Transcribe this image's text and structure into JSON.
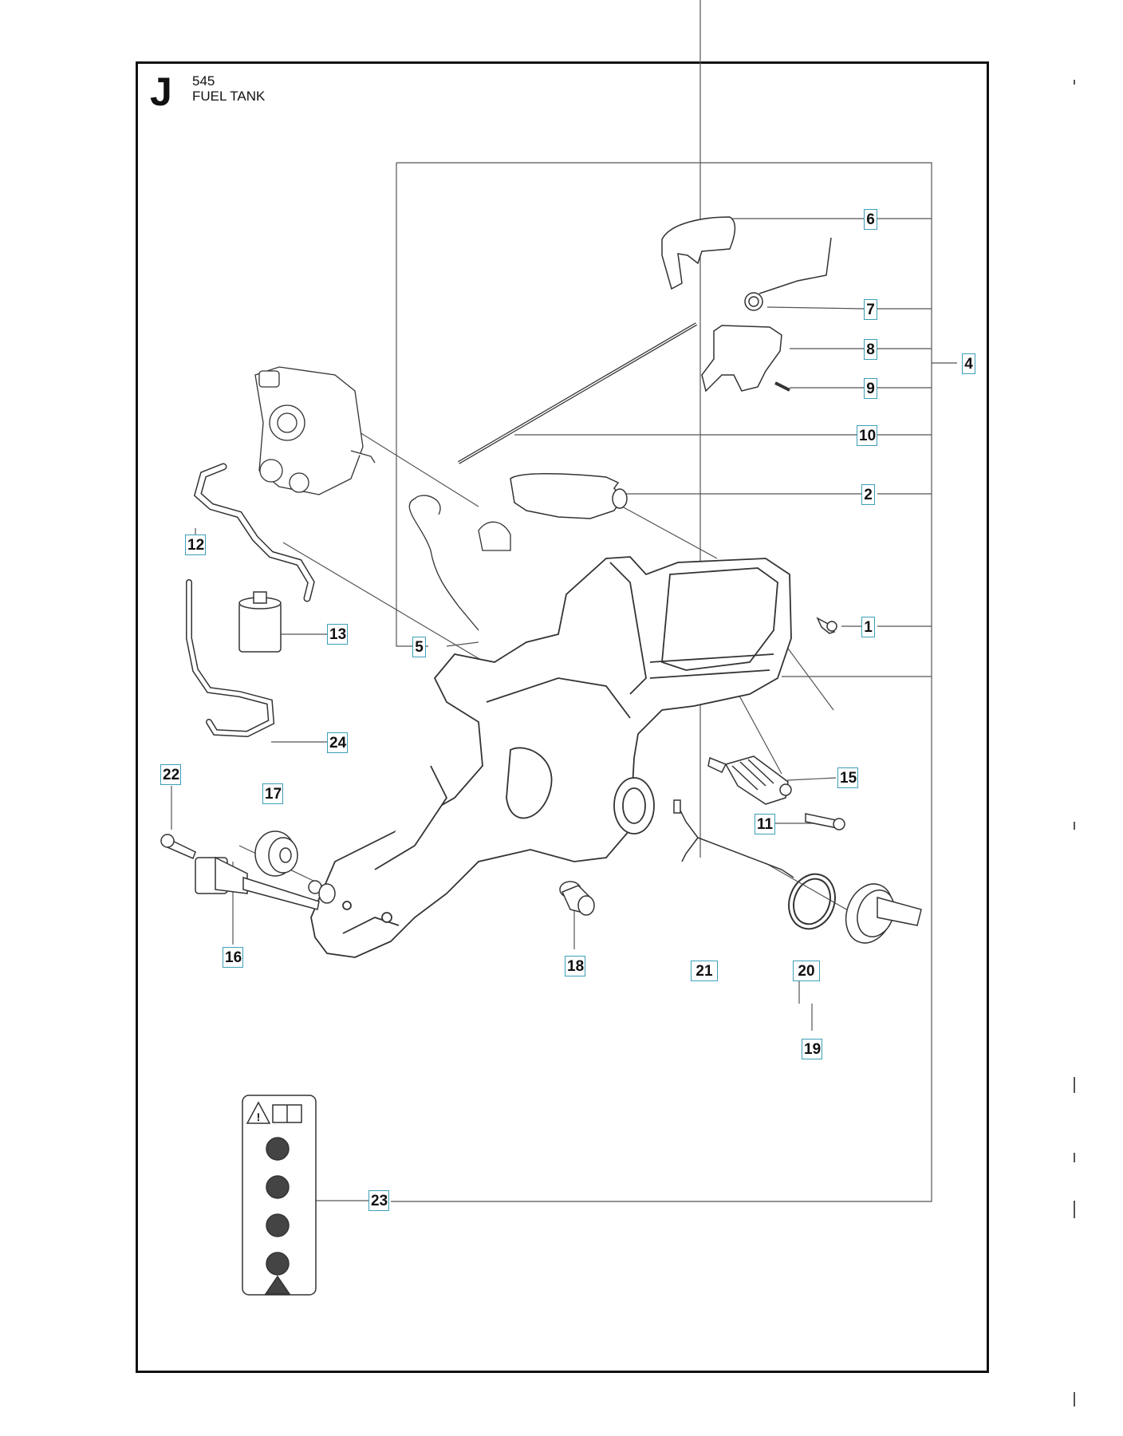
{
  "header": {
    "section_letter": "J",
    "model": "545",
    "title": "FUEL TANK"
  },
  "callouts": [
    {
      "id": "c6",
      "label": "6"
    },
    {
      "id": "c7",
      "label": "7"
    },
    {
      "id": "c8",
      "label": "8"
    },
    {
      "id": "c4",
      "label": "4"
    },
    {
      "id": "c9",
      "label": "9"
    },
    {
      "id": "c10",
      "label": "10"
    },
    {
      "id": "c2",
      "label": "2"
    },
    {
      "id": "c12",
      "label": "12"
    },
    {
      "id": "c1",
      "label": "1"
    },
    {
      "id": "c13",
      "label": "13"
    },
    {
      "id": "c5",
      "label": "5"
    },
    {
      "id": "c24",
      "label": "24"
    },
    {
      "id": "c22",
      "label": "22"
    },
    {
      "id": "c17",
      "label": "17"
    },
    {
      "id": "c15",
      "label": "15"
    },
    {
      "id": "c11",
      "label": "11"
    },
    {
      "id": "c16",
      "label": "16"
    },
    {
      "id": "c18",
      "label": "18"
    },
    {
      "id": "c21",
      "label": "21"
    },
    {
      "id": "c20",
      "label": "20"
    },
    {
      "id": "c19",
      "label": "19"
    },
    {
      "id": "c23",
      "label": "23"
    }
  ]
}
